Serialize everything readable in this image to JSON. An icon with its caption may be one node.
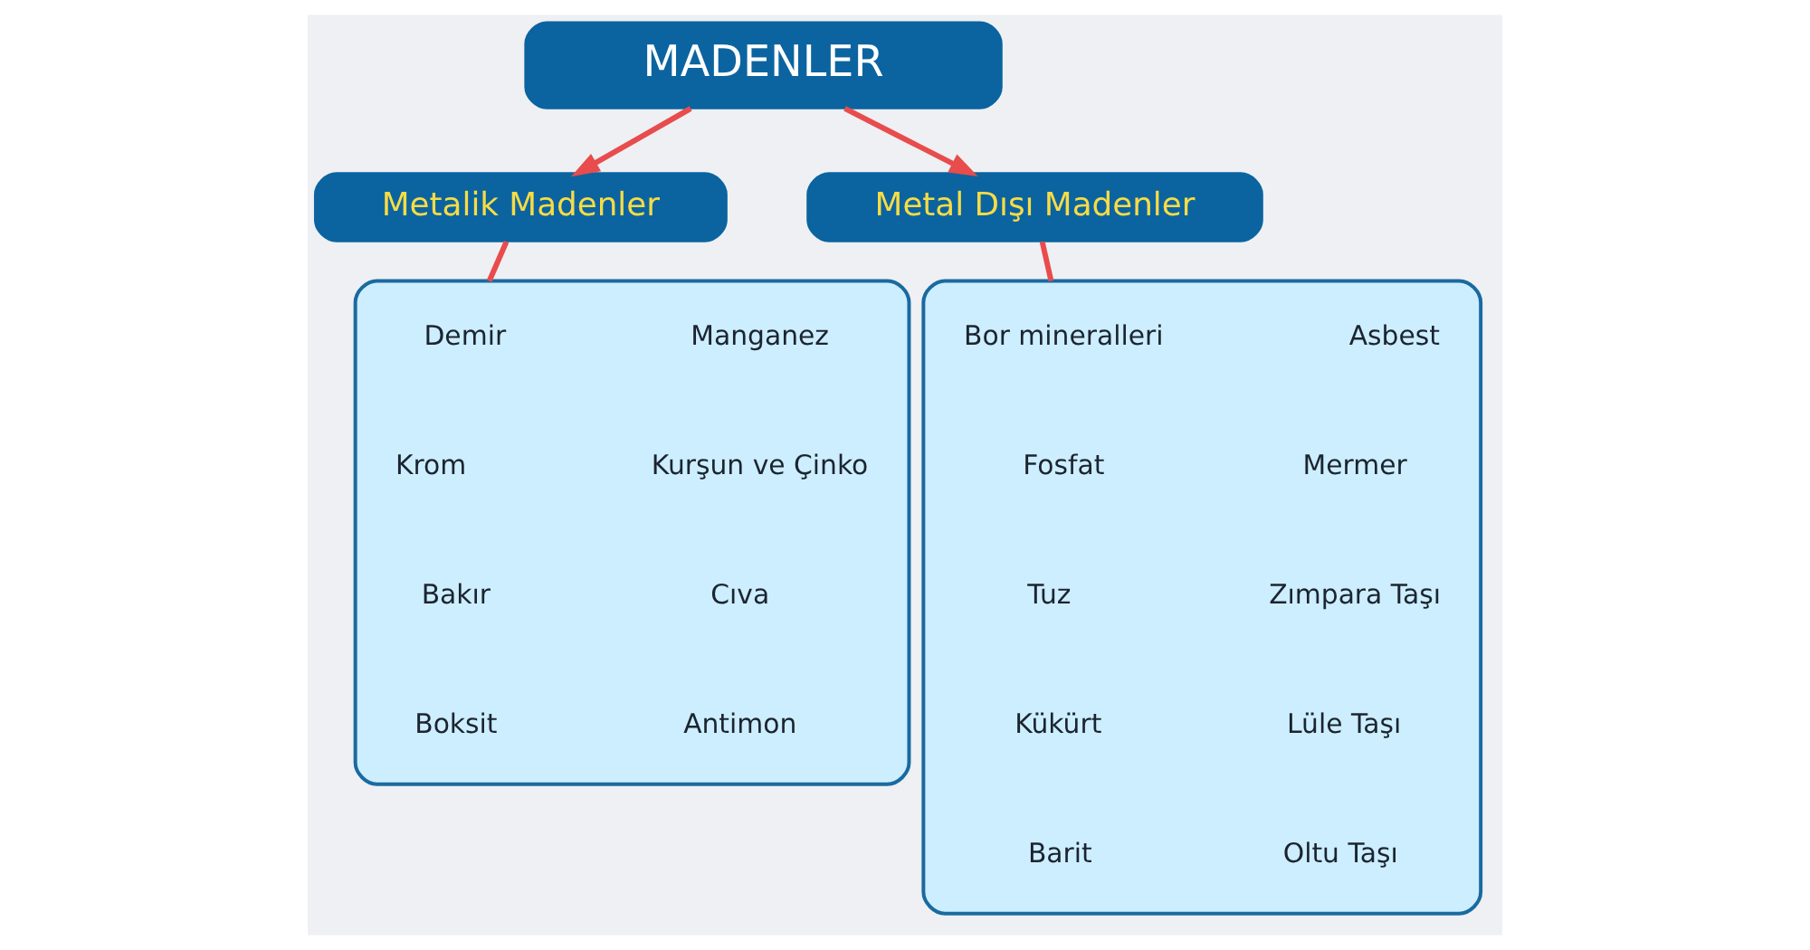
{
  "diagram": {
    "nodes": [
      {
        "text": [
          "MADENLER"
        ]
      },
      {
        "text": [
          "Metalik Madenler"
        ]
      },
      {
        "text": [
          "Metal Dışı Madenler"
        ]
      },
      {
        "text": [],
        "shape": "box"
      },
      {
        "text": [
          "Demir"
        ],
        "in": 3
      },
      {
        "text": [
          "Manganez"
        ],
        "in": 3
      },
      {
        "text": [
          "Krom"
        ],
        "in": 3
      },
      {
        "text": [
          "Kurşun ve Çinko"
        ],
        "in": 3
      },
      {
        "text": [
          "Bakır"
        ],
        "in": 3
      },
      {
        "text": [
          "Cıva"
        ],
        "in": 3
      },
      {
        "text": [
          "Boksit"
        ],
        "in": 3
      },
      {
        "text": [
          "Antimon"
        ],
        "in": 3
      },
      {
        "text": [],
        "shape": "box"
      },
      {
        "text": [
          "Bor mineralleri"
        ],
        "in": 12
      },
      {
        "text": [
          "Asbest"
        ],
        "in": 12
      },
      {
        "text": [
          "Fosfat"
        ],
        "in": 12
      },
      {
        "text": [
          "Mermer"
        ],
        "in": 12
      },
      {
        "text": [
          "Tuz"
        ],
        "in": 12
      },
      {
        "text": [
          "Zımpara Taşı"
        ],
        "in": 12
      },
      {
        "text": [
          "Kükürt"
        ],
        "in": 12
      },
      {
        "text": [
          "Lüle Taşı"
        ],
        "in": 12
      },
      {
        "text": [
          "Barit"
        ],
        "in": 12
      },
      {
        "text": [
          "Oltu Taşı"
        ],
        "in": 12
      }
    ],
    "edges": [
      {
        "from": 0,
        "to": 1,
        "arrow": "to"
      },
      {
        "from": 0,
        "to": 2,
        "arrow": "to"
      },
      {
        "from": 1,
        "to": 3,
        "arrow": "none"
      },
      {
        "from": 2,
        "to": 12,
        "arrow": "none"
      }
    ]
  }
}
